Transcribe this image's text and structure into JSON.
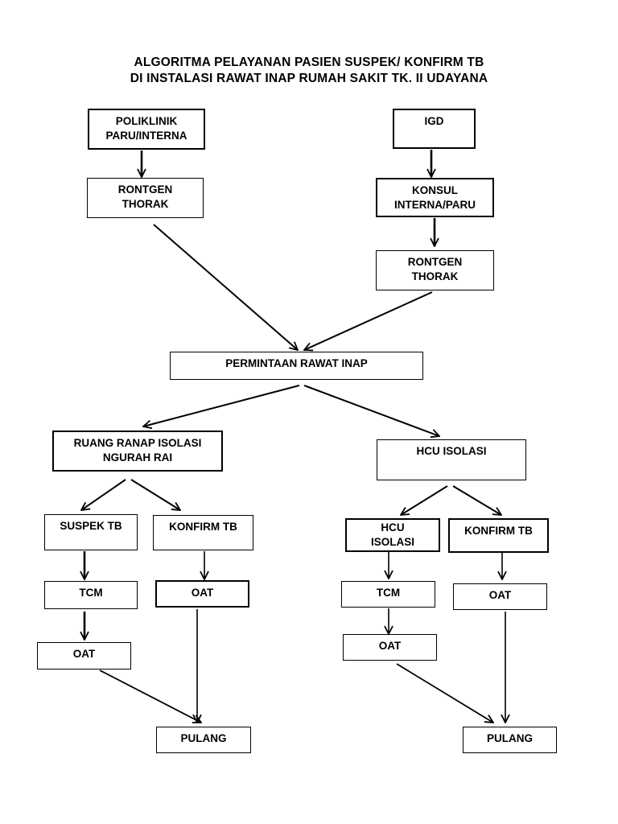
{
  "title_line1": "ALGORITMA PELAYANAN PASIEN SUSPEK/ KONFIRM TB",
  "title_line2": "DI INSTALASI RAWAT INAP RUMAH SAKIT TK. II UDAYANA",
  "nodes": {
    "poliklinik": "POLIKLINIK\nPARU/INTERNA",
    "igd": "IGD",
    "rontgen_left": "RONTGEN\nTHORAK",
    "konsul": "KONSUL\nINTERNA/PARU",
    "rontgen_right": "RONTGEN\nTHORAK",
    "permintaan": "PERMINTAAN RAWAT INAP",
    "ruang_ranap": "RUANG RANAP ISOLASI\nNGURAH RAI",
    "hcu_isolasi_top": "HCU ISOLASI",
    "suspek_tb": "SUSPEK TB",
    "konfirm_tb_left": "KONFIRM TB",
    "hcu_isolasi_small": "HCU\nISOLASI",
    "konfirm_tb_right": "KONFIRM TB",
    "tcm_left": "TCM",
    "oat_left_mid": "OAT",
    "tcm_right": "TCM",
    "oat_right_mid": "OAT",
    "oat_left_low": "OAT",
    "oat_right_low": "OAT",
    "pulang_left": "PULANG",
    "pulang_right": "PULANG"
  },
  "colors": {
    "line": "#000000",
    "background": "#ffffff"
  }
}
